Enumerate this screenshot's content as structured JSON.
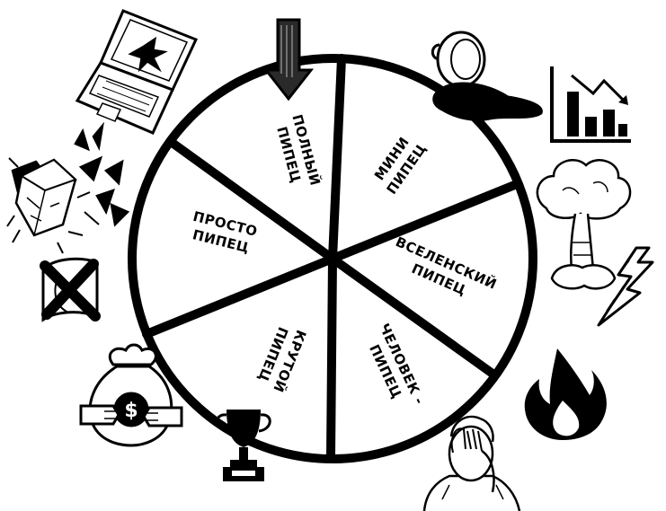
{
  "colors": {
    "ink": "#000000",
    "paper": "#ffffff"
  },
  "wheel": {
    "segments": [
      {
        "id": "full",
        "line1": "ПОЛНЫЙ",
        "line2": "ПИПЕЦ"
      },
      {
        "id": "mini",
        "line1": "МИНИ",
        "line2": "ПИПЕЦ"
      },
      {
        "id": "universe",
        "line1": "ВСЕЛЕНСКИЙ",
        "line2": "ПИПЕЦ"
      },
      {
        "id": "human",
        "line1": "ЧЕЛОВЕК -",
        "line2": "ПИПЕЦ"
      },
      {
        "id": "cool",
        "line1": "КРУТОЙ",
        "line2": "ПИПЕЦ"
      },
      {
        "id": "just",
        "line1": "ПРОСТО",
        "line2": "ПИПЕЦ"
      }
    ]
  },
  "icons": [
    "pointer-arrow-icon",
    "broken-laptop-icon",
    "spilled-cup-icon",
    "falling-chart-icon",
    "nuclear-explosion-icon",
    "lightning-icon",
    "fire-icon",
    "facepalm-man-icon",
    "trophy-icon",
    "money-bag-icon",
    "crossed-out-item-icon",
    "crashing-block-icon"
  ]
}
